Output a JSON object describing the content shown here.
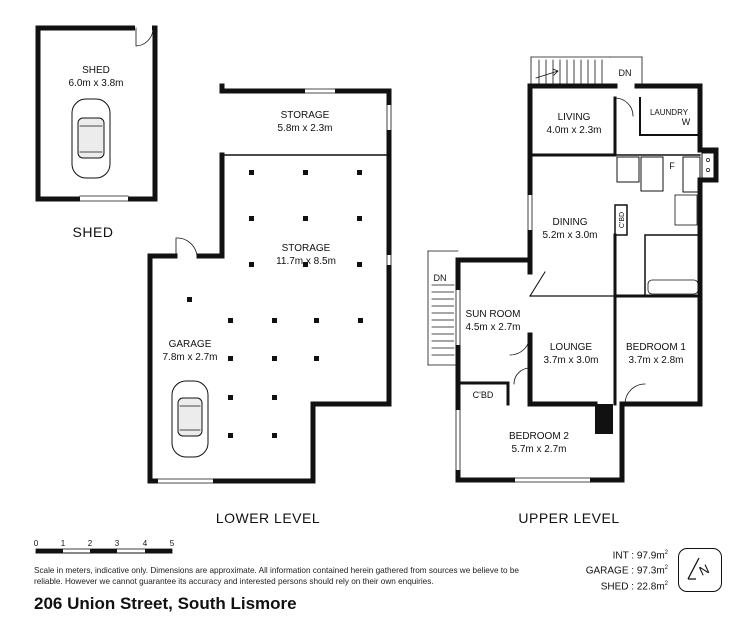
{
  "shed": {
    "title": "SHED",
    "name": "SHED",
    "dims": "6.0m x 3.8m"
  },
  "lower_level": {
    "title": "LOWER LEVEL",
    "storage_top": {
      "name": "STORAGE",
      "dims": "5.8m x 2.3m"
    },
    "storage_main": {
      "name": "STORAGE",
      "dims": "11.7m x 8.5m"
    },
    "garage": {
      "name": "GARAGE",
      "dims": "7.8m x 2.7m"
    }
  },
  "upper_level": {
    "title": "UPPER LEVEL",
    "living": {
      "name": "LIVING",
      "dims": "4.0m x 2.3m"
    },
    "laundry": {
      "name": "LAUNDRY"
    },
    "laundry_w": "W",
    "fridge": "F",
    "dining": {
      "name": "DINING",
      "dims": "5.2m x 3.0m"
    },
    "cbd_dining": "C'BD",
    "sun_room": {
      "name": "SUN ROOM",
      "dims": "4.5m x 2.7m"
    },
    "lounge": {
      "name": "LOUNGE",
      "dims": "3.7m x 3.0m"
    },
    "bedroom1": {
      "name": "BEDROOM 1",
      "dims": "3.7m x 2.8m"
    },
    "cbd_sun": "C'BD",
    "bedroom2": {
      "name": "BEDROOM 2",
      "dims": "5.7m x 2.7m"
    },
    "stairs_top": "DN",
    "stairs_left": "DN"
  },
  "scale": {
    "ticks": [
      "0",
      "1",
      "2",
      "3",
      "4",
      "5"
    ]
  },
  "disclaimer": "Scale in meters, indicative only. Dimensions are approximate. All information contained herein gathered from sources we believe to be reliable. However we cannot guarantee its accuracy and interested persons should rely on their own enquiries.",
  "areas": {
    "int_label": "INT :",
    "int_value": "97.9m",
    "garage_label": "GARAGE :",
    "garage_value": "97.3m",
    "shed_label": "SHED :",
    "shed_value": "22.8m",
    "unit_power": "2"
  },
  "compass": {
    "letter": "N"
  },
  "address": "206 Union Street, South Lismore"
}
